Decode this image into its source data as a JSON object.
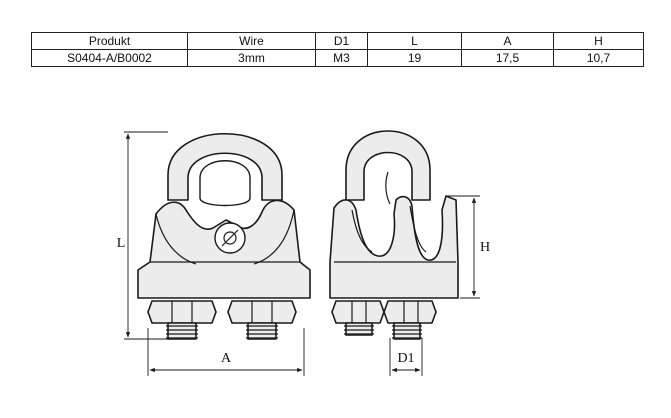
{
  "table": {
    "headers": [
      "Produkt",
      "Wire",
      "D1",
      "L",
      "A",
      "H"
    ],
    "row": [
      "S0404-A/B0002",
      "3mm",
      "M3",
      "19",
      "17,5",
      "10,7"
    ]
  },
  "drawing": {
    "label_L": "L",
    "label_A": "A",
    "label_H": "H",
    "label_D1": "D1"
  }
}
